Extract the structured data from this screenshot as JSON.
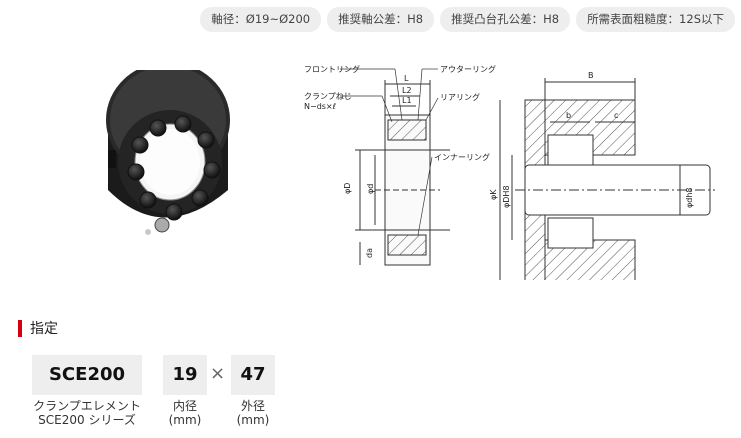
{
  "spec_tags": [
    "軸径：Ø19~Ø200",
    "推奨軸公差：H8",
    "推奨凸台孔公差：H8",
    "所需表面粗糙度：12S以下"
  ],
  "diagram_labels": {
    "front_ring": "フロントリング",
    "clamp_screw": "クランプねじ",
    "screw_spec": "N−ds×ℓ",
    "outer_ring": "アウターリング",
    "rear_ring": "リアリング",
    "inner_ring": "インナーリング",
    "L": "L",
    "L2": "L2",
    "L1": "L1",
    "phiD": "φD",
    "phid": "φd",
    "da": "da",
    "B": "B",
    "b": "b",
    "c": "c",
    "phiK": "φK",
    "phiDH8": "φDH8",
    "phidh8": "φdh8"
  },
  "section": {
    "title": "指定"
  },
  "selection": {
    "model": "SCE200",
    "inner": "19",
    "times": "×",
    "outer": "47",
    "model_caption_1": "クランプエレメント",
    "model_caption_2": "SCE200 シリーズ",
    "inner_caption_1": "内径",
    "inner_caption_2": "(mm)",
    "outer_caption_1": "外径",
    "outer_caption_2": "(mm)"
  },
  "colors": {
    "accent": "#d7000f",
    "box_bg": "#eeeeee",
    "tag_bg": "#eeeeee"
  }
}
